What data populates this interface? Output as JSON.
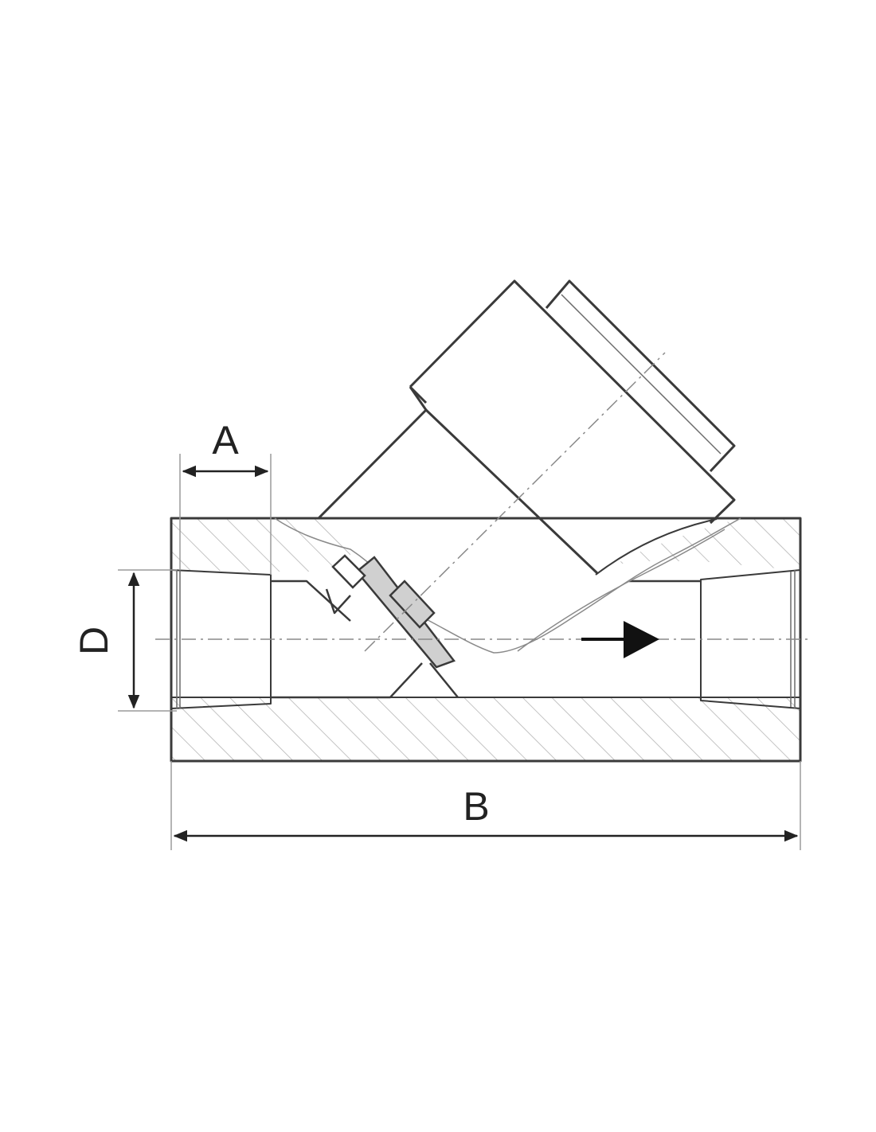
{
  "dimensions": {
    "a_label": "A",
    "b_label": "B",
    "d_label": "D"
  },
  "colors": {
    "outline": "#3a3a3a",
    "hatch": "#b5b5b5",
    "screen_fill": "#d0d0d0",
    "arrow": "#111111",
    "background": "#ffffff"
  },
  "icons": {
    "flow_direction": "arrow-right-icon"
  }
}
